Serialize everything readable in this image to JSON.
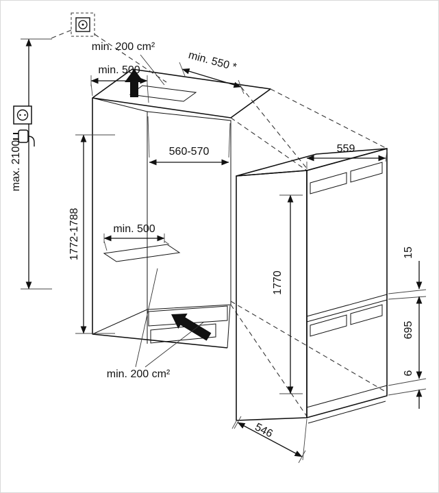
{
  "diagram": {
    "background": "#ffffff",
    "line_color": "#111111",
    "back_wall_color": "#bfbfbf",
    "side_wall_color": "#a8a8a8",
    "labels": {
      "top_vent_area": "min. 200 cm²",
      "top_vent_width": "min. 500",
      "niche_depth": "min. 550 *",
      "niche_width": "560-570",
      "niche_height": "1772-1788",
      "max_total_height": "max. 2100",
      "floor_vent_width": "min. 500",
      "bottom_vent_area": "min. 200 cm²",
      "appliance_width": "559",
      "appliance_height": "1770",
      "upper_gap": "15",
      "lower_door_height": "695",
      "bottom_gap": "6",
      "appliance_depth": "546"
    }
  }
}
